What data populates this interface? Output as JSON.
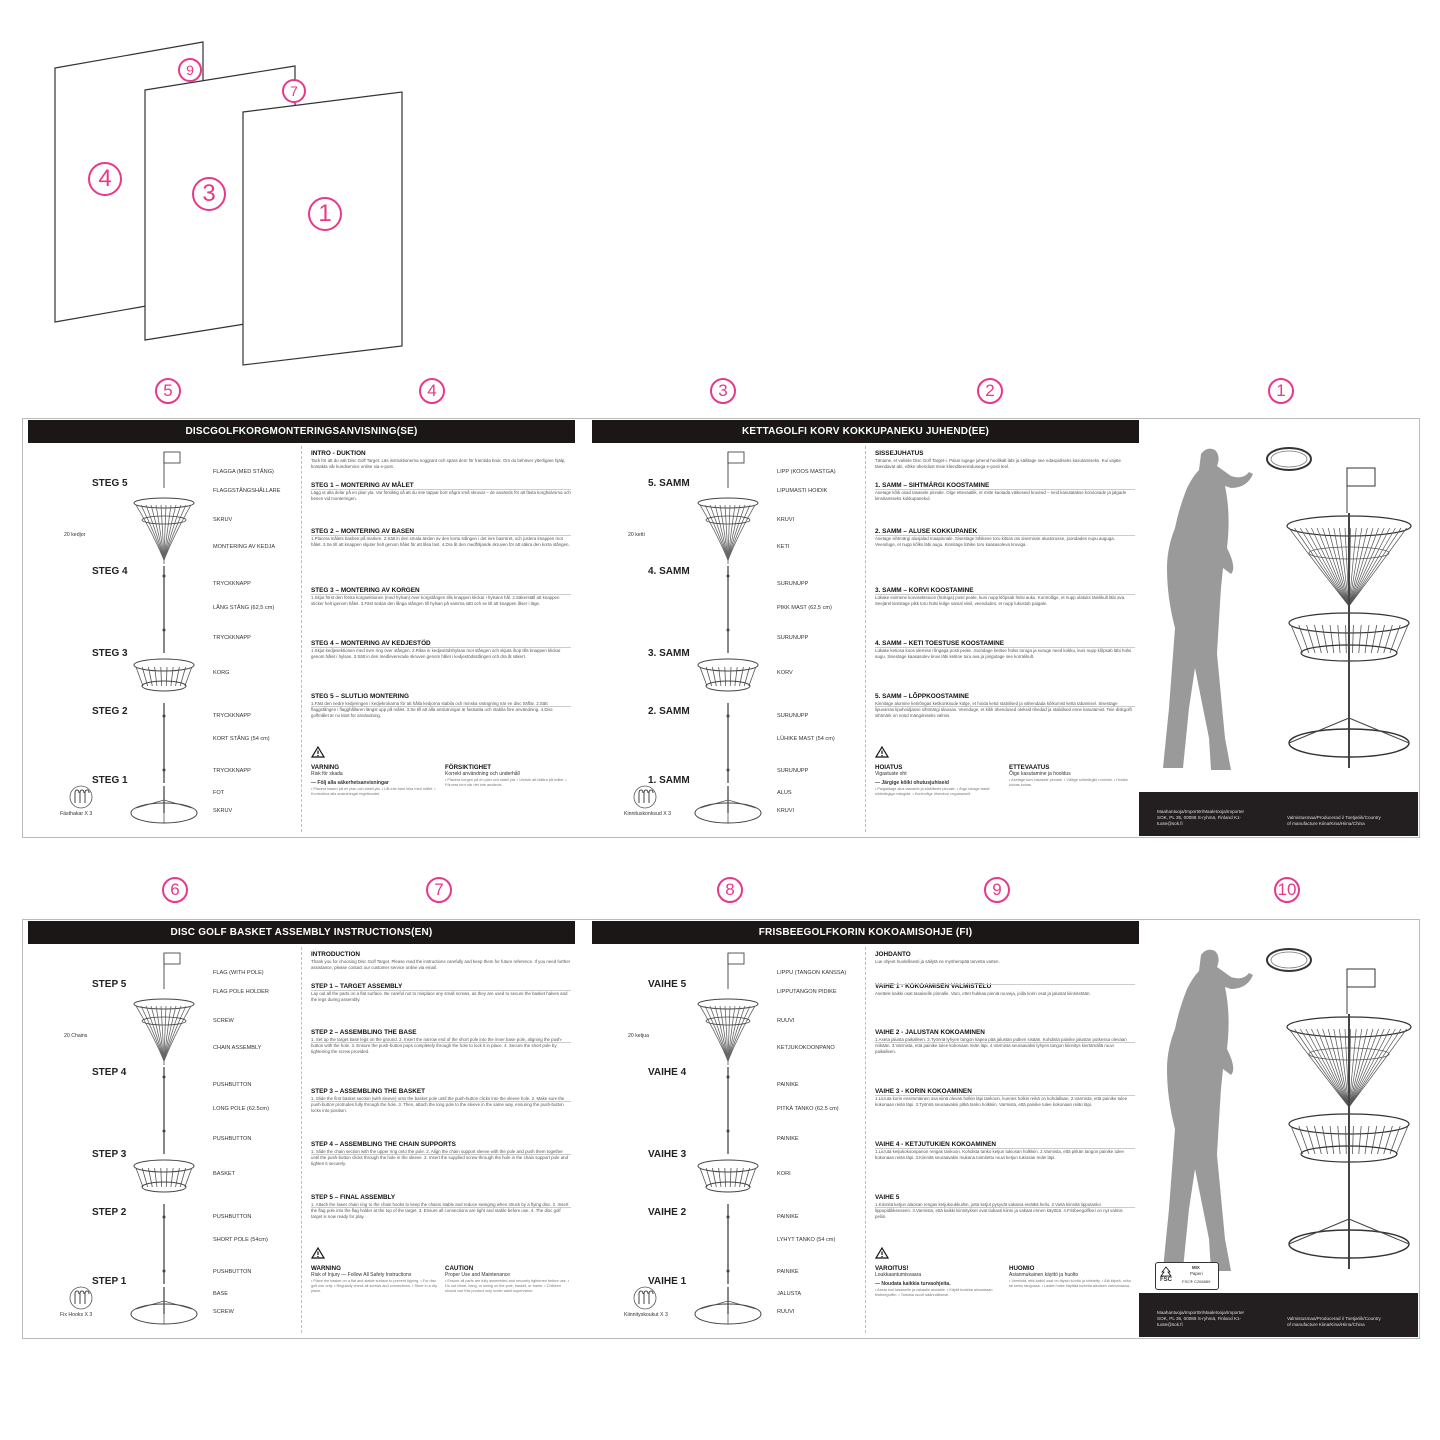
{
  "colors": {
    "accent": "#e8388a",
    "header_bg": "#1b1717",
    "footer_bg": "#231f20"
  },
  "fold_nums": [
    "9",
    "7",
    "4",
    "3",
    "1"
  ],
  "row_nums_top": [
    "5",
    "4",
    "3",
    "2",
    "1"
  ],
  "row_nums_bottom": [
    "6",
    "7",
    "8",
    "9",
    "10"
  ],
  "sheets": [
    {
      "header_left": "DISCGOLFKORGMONTERINGSANVISNING(SE)",
      "steps": [
        "STEG 5",
        "STEG 4",
        "STEG 3",
        "STEG 2",
        "STEG 1"
      ],
      "chains": "20 kedjor",
      "hooks": "Fästhakar X 3",
      "parts": [
        "FLAGGA (MED STÅNG)",
        "FLAGGSTÅNGSHÅLLARE",
        "SKRUV",
        "MONTERING AV KEDJA",
        "TRYCKKNAPP",
        "LÅNG STÅNG (62,5 cm)",
        "TRYCKKNAPP",
        "KORG",
        "TRYCKKNAPP",
        "KORT STÅNG (54 cm)",
        "TRYCKKNAPP",
        "FOT",
        "SKRUV"
      ],
      "sections": [
        {
          "t": "INTRO - DUKTION",
          "b": "Tack för att du valt Disc Golf Target. Läs instruktionerna noggrant och spara dem för framtida bruk. Om du behöver ytterligare hjälp, kontakta vår kundservice online via e-post."
        },
        {
          "t": "STEG 1 – MONTERING AV MÅLET",
          "b": "Lägg ut alla delar på en plan yta. Var försiktig så att du inte tappar bort några små skruvar – de används för att fästa korghalvorna och benen vid monteringen."
        },
        {
          "t": "STEG 2 – MONTERING AV BASEN",
          "b": "1.Placera målets basben på marken. 2.Sätt in den smala änden av den korta stången i det inre basröret, och justera knappen mot hålet. 3.Se till att knappen skjuter helt genom hålet för att låsa fast. 4.Dra åt den medföljande skruven för att säkra den korta stången."
        },
        {
          "t": "STEG 3 – MONTERING AV KORGEN",
          "b": "1.Skjut först den första korgsektionen (med hylsan) över korgstången tills knappen klickar i hylsans hål. 2.Säkerställ att knappen sticker helt igenom hålet. 3.Fäst sedan den långa stången till hylsan på samma sätt och se till att knappen låser i läge."
        },
        {
          "t": "STEG 4 – MONTERING AV KEDJESTÖD",
          "b": "1.Skjut kedjesektionen med övre ring över stången. 2.Rikta in kedjestödshylsan mot stången och skjuta ihop tills knappen klickar genom hålet i hylsan. 3.Sätt in den medlevererade skruven genom hålet i kedjestödsstången och dra åt säkert."
        },
        {
          "t": "STEG 5 – SLUTLIG MONTERING",
          "b": "1.Fäst den nedre kedjeringen i kedjekrokarna för att hålla kedjorna stabila och minska svängning när en disc träffar. 2.Sätt flaggstången i flagghållaren längst upp på målet. 3.Se till att alla anslutningar är fastsatta och stabila före användning. 4.Disc golfmålet är nu klart för användning."
        }
      ],
      "warn": {
        "t1": "VARNING",
        "s1": "Risk för skada",
        "h1": "— Följ alla säkerhetsanvisningar",
        "b1": "• Placera basen på en plan och stabil yta. • Låt inte barn leka med målet. • Kontrollera alla anslutningar regelbundet.",
        "t2": "FÖRSIKTIGHET",
        "s2": "Korrekt användning och underhåll",
        "b2": "• Placera korgen på en plan och stabil yta. • Undvik att klättra på målet. • Förvara torrt när det inte används."
      }
    },
    {
      "header_left": "KETTAGOLFI KORV KOKKUPANEKU JUHEND(EE)",
      "steps": [
        "5. SAMM",
        "4. SAMM",
        "3. SAMM",
        "2. SAMM",
        "1. SAMM"
      ],
      "chains": "20 ketti",
      "hooks": "Kinnituskonksud X 3",
      "parts": [
        "LIPP (KOOS MASTGA)",
        "LIPUMASTI HOIDIK",
        "KRUVI",
        "KETI",
        "SURUNUPP",
        "PIKK MAST (62,5 cm)",
        "SURUNUPP",
        "KORV",
        "SURUNUPP",
        "LÜHIKE MAST (54 cm)",
        "SURUNUPP",
        "ALUS",
        "KRUVI"
      ],
      "sections": [
        {
          "t": "SISSEJUHATUS",
          "b": "Täname, et valisite Disc Golf Target-i. Palun lugege juhend hoolikalt läbi ja säilitage see edaspidiseks kasutamiseks. Kui vajate täiendavat abi, võtke ühendust meie klienditeenindusega e-posti teel."
        },
        {
          "t": "1. SAMM – SIHTMÄRGI KOOSTAMINE",
          "b": "Asetage kõik osad tasasele pinnale. Olge ettevaatlik, et mitte kaotada väikeseid kruvisid – neid kasutatakse korviosade ja jalgade kinnitamiseks kokkupanekul."
        },
        {
          "t": "2. SAMM – ALUSE KOKKUPANEK",
          "b": "Asetage sihtmärgi alusjalad maapinnale. Sisestage lühikese toru kitsas ots sisemisse alustorusse, joondades nupu auguga. Veenduge, et nupp kõlks läbi augu. Kinnitage lühike toru kaasasoleva kruviga."
        },
        {
          "t": "3. SAMM – KORVI KOOSTAMINE",
          "b": "Lükake esimene korvisektsioon (hülsiga) posti peale, kuni nupp klõpsab hülsi auku. Kontrollige, et nupp ulatuks täielikult läbi ava. Seejärel kinnitage pikk toru hülsi külge samal viisil, veendudes, et nupp lukustub paigale."
        },
        {
          "t": "4. SAMM – KETI TOESTUSE KOOSTAMINE",
          "b": "Lükake ketiosa koos ülemise rõngaga posti peale. Joondage ketitoe hülss toruga ja suruge need kokku, kuni nupp klõpsab läbi hülsi augu. Sisestage kaasasolev kruvi läbi ketitoe toru ava ja pingutage see korralikult."
        },
        {
          "t": "5. SAMM – LÕPPKOOSTAMINE",
          "b": "Kinnitage alumine ketirõngas ketikonksude külge, et hoida ketid stabiilsed ja vähendada kõikumist ketta tabamisel. Sisestage lipuvarras lipuhoidjasse sihtmärgi ülaosas. Veenduge, et kõik ühendused oleksid tihedad ja stabiilsed enne kasutamist. Teie diskgolfi sihtmärk on nüüd mängimiseks valmis."
        }
      ],
      "warn": {
        "t1": "HOIATUS",
        "s1": "Vigastuste oht",
        "h1": "— Järgige kõiki ohutusjuhiseid",
        "b1": "• Paigaldage alus tasasele ja stabiilsele pinnale. • Ärge lubage lastel sihtmärgiga mängida. • Kontrollige ühendusi regulaarselt.",
        "t2": "ETTEVAATUS",
        "s2": "Õige kasutamine ja hooldus",
        "b2": "• Asetage korv tasasele pinnale. • Vältige sihtmärgile ronimist. • Hoidke kuivas kohas."
      }
    },
    {
      "header_left": "DISC GOLF BASKET ASSEMBLY INSTRUCTIONS(EN)",
      "steps": [
        "STEP 5",
        "STEP 4",
        "STEP 3",
        "STEP 2",
        "STEP 1"
      ],
      "chains": "20 Chains",
      "hooks": "Fix Hooks X 3",
      "parts": [
        "FLAG (WITH POLE)",
        "FLAG POLE HOLDER",
        "SCREW",
        "CHAIN ASSEMBLY",
        "PUSHBUTTON",
        "LONG POLE (62.5cm)",
        "PUSHBUTTON",
        "BASKET",
        "PUSHBUTTON",
        "SHORT POLE (54cm)",
        "PUSHBUTTON",
        "BASE",
        "SCREW"
      ],
      "sections": [
        {
          "t": "INTRODUCTION",
          "b": "Thank you for choosing Disc Golf Target. Please read the instructions carefully and keep them for future reference. If you need further assistance, please contact our customer service online via email."
        },
        {
          "t": "STEP 1 – TARGET ASSEMBLY",
          "b": "Lay out all the parts on a flat surface. Be careful not to misplace any small screws, as they are used to secure the basket halves and the legs during assembly."
        },
        {
          "t": "STEP 2 – ASSEMBLING THE BASE",
          "b": "1. Set up the target base legs on the ground. 2. Insert the narrow end of the short pole into the inner base pole, aligning the push-button with the hole. 3. Ensure the push-button pops completely through the hole to lock it in place. 4. Secure the short pole by tightening the screw provided."
        },
        {
          "t": "STEP 3 – ASSEMBLING THE BASKET",
          "b": "1. Slide the first basket section (with sleeve) onto the basket pole until the push-button clicks into the sleeve hole. 2. Make sure the push-button protrudes fully through the hole. 3. Then, attach the long pole to the sleeve in the same way, ensuring the push-button locks into position."
        },
        {
          "t": "STEP 4 – ASSEMBLING THE CHAIN SUPPORTS",
          "b": "1. Slide the chain section with the upper ring onto the pole. 2. Align the chain support sleeve with the pole and push them together until the push-button clicks through the hole in the sleeve. 3. Insert the supplied screw through the hole in the chain support pole and tighten it securely."
        },
        {
          "t": "STEP 5 – FINAL ASSEMBLY",
          "b": "1. Attach the lower chain ring to the chain hooks to keep the chains stable and reduce swinging when struck by a flying disc. 2. Insert the flag pole into the flag holder at the top of the target. 3. Ensure all connections are tight and stable before use. 4. The disc golf target is now ready for play."
        }
      ],
      "warn": {
        "t1": "WARNING",
        "s1": "Risk of Injury — Follow All Safety Instructions",
        "h1": "",
        "b1": "• Place the basket on a flat and stable surface to prevent tipping. • For disc golf use only. • Regularly check all screws and connections. • Store in a dry place.",
        "t2": "CAUTION",
        "s2": "Proper Use and Maintenance",
        "b2": "• Ensure all parts are fully assembled and securely tightened before use. • Do not climb, hang, or swing on the pole, basket, or frame. • Children should use this product only under adult supervision."
      }
    },
    {
      "header_left": "FRISBEEGOLFKORIN KOKOAMISOHJE (FI)",
      "steps": [
        "VAIHE 5",
        "VAIHE 4",
        "VAIHE 3",
        "VAIHE 2",
        "VAIHE 1"
      ],
      "chains": "20 ketjua",
      "hooks": "Kiinnityskoukut X 3",
      "parts": [
        "LIPPU (TANGON KANSSA)",
        "LIPPUTANGON PIDIKE",
        "RUUVI",
        "KETJUKOKOONPANO",
        "PAINIKE",
        "PITKÄ TANKO (62.5 cm)",
        "PAINIKE",
        "KORI",
        "PAINIKE",
        "LYHYT TANKO (54 cm)",
        "PAINIKE",
        "JALUSTA",
        "RUUVI"
      ],
      "sections": [
        {
          "t": "JOHDANTO",
          "b": "Lue ohjeet huolellisesti ja säilytä ne myöhempää tarvetta varten."
        },
        {
          "t": "VAIHE 1 - KOKOAMISEN VALMISTELU",
          "b": "Asettele kaikki osat tasaiselle pinnalle. Varo, ettet hukkaa pieniä ruuveja, joilla korin osat ja jalustat kiinnitetään."
        },
        {
          "t": "VAIHE 2 - JALUSTAN KOKOAMINEN",
          "b": "1.Aseta jalusta paikalleen. 2.Työnnä lyhyen tangon kapea pää jalustan putken sisään. Kohdista painike jalustan putkessa olevaan reikään. 3.Varmista, että painike tulee kokonaan reiän läpi. 4.Varmista seuraavaksi lyhyen tangon kiinnitys kiertämällä ruuvi paikalleen."
        },
        {
          "t": "VAIHE 3 - KORIN KOKOAMINEN",
          "b": "1.Liu'uta korin ensimmäinen osa siinä olevan holkin läpi tankoon, kunnes holkin reikä on kohdallaan. 2.Varmista, että painike tulee kokonaan reiän läpi. 3.Työnnä seuraavaksi pitkä tanko holkkiin. Varmista, että painike tulee kokonaan reiän läpi."
        },
        {
          "t": "VAIHE 4 - KETJUTUKIEN KOKOAMINEN",
          "b": "1.Liu'uta ketjukokoonpanon rengas tankoon. Kohdista tanko ketjun tukiosan holkkiin. 2.Varmista, että pitkän tangon painike tulee kokonaan reiän läpi. 3.Kiinnitä seuraavaksi mukana toimitettu ruuvi ketjun tukiosan reiän läpi."
        },
        {
          "t": "VAIHE 5",
          "b": "1.Kiinnitä ketjun alaosan rengas ketjukoukkuihin, jotta ketjut pysyvät vakaina eivätkä heilu. 2.Vielä kiinnitä lipputanko lippupidikkeeseen. 3.Varmista, että kaikki kiinnitykset ovat tiukasti kiinni ja vakaat ennen käyttöä. 4.Frisbeegolfkori on nyt valmis peliin."
        }
      ],
      "warn": {
        "t1": "VAROITUS!",
        "s1": "Loukkaantumisvaara",
        "h1": "— Noudata kaikkia turvaohjeita.",
        "b1": "• Aseta kori tasaiselle ja vakaalle alustalle. • Käytä tuotetta ainoastaan frisbeegolfiin. • Tarkista ruuvit säännöllisesti.",
        "t2": "HUOMIO",
        "s2": "Asianmukainen käyttö ja huolto",
        "b2": "• Varmista, että kaikki osat on täysin koottu ja kiristetty. • Älä kiipeä, roiku tai keinu tangossa. • Lasten tulee käyttää tuotetta aikuisen valvonnassa."
      }
    }
  ],
  "covers": [
    {
      "foot_left": "Maahantuoja/Importör/Maaletooja/Importer SOK, PL 35, 00088 S-ryhmä, Finland K1-tuote@sok.fi",
      "foot_right": "Valmistusmaa/Producerad i/ Toetjariik/Country of manufacture Kiina/Kina/Hiina/China",
      "fsc": null
    },
    {
      "foot_left": "Maahantuoja/Importör/Maaletooja/Importer SOK, PL 35, 00088 S-ryhmä, Finland K1-tuote@sok.fi",
      "foot_right": "Valmistusmaa/Producerad i/ Toetjariik/Country of manufacture Kiina/Kina/Hiina/China",
      "fsc": {
        "label": "FSC",
        "mix": "MIX",
        "paper": "Paperi",
        "code": "FSC® C206889"
      }
    }
  ]
}
